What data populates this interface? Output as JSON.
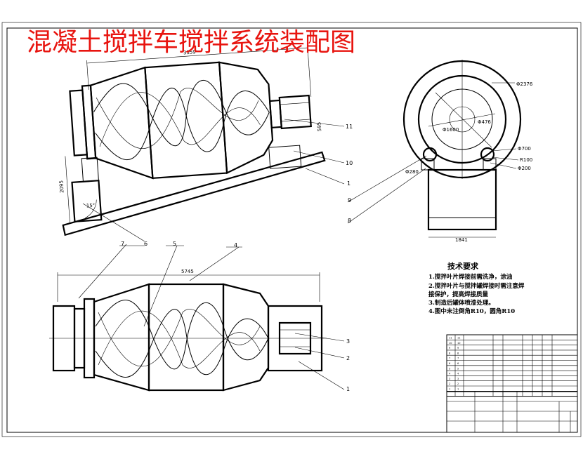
{
  "title": "混凝土搅拌车搅拌系统装配图",
  "dimensions": {
    "top_length": "3359",
    "top_height": "2095",
    "top_right": "595",
    "bottom_length": "5745",
    "side_width": "1841",
    "outer_dia": "Φ2376",
    "inner_dia": "Φ476",
    "roller_r": "R100",
    "roller_d": "Φ200",
    "ring_d": "Φ700",
    "small_d": "Φ280",
    "mid_d": "Φ1600",
    "angle": "15°"
  },
  "part_labels": {
    "top": [
      "11",
      "10",
      "1",
      "6",
      "7",
      "5",
      "4"
    ],
    "side": [
      "9",
      "8"
    ],
    "bottom": [
      "3",
      "2",
      "1"
    ]
  },
  "requirements": {
    "title": "技术要求",
    "lines": [
      "1.搅拌叶片焊接前需洗净，涂油",
      "2.搅拌叶片与搅拌罐焊接时需注意焊",
      "接保护，提高焊接质量",
      "3.制造后罐体喷漆处理。",
      "4.图中未注倒角R10，圆角R10"
    ]
  },
  "bom_rows": [
    "11",
    "10",
    "9",
    "8",
    "7",
    "6",
    "5",
    "4",
    "3",
    "2",
    "1"
  ]
}
